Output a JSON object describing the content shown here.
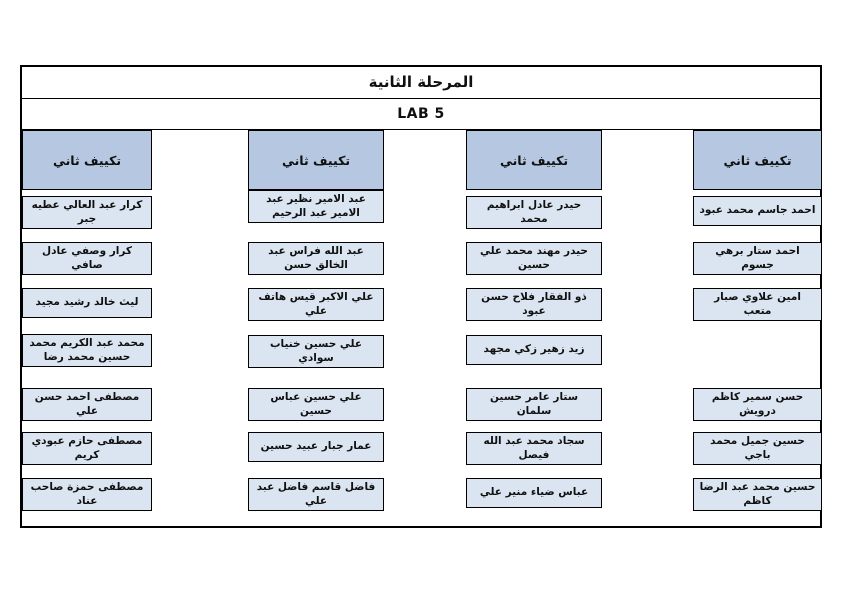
{
  "page": {
    "title": "المرحلة الثانية",
    "subtitle": "LAB 5"
  },
  "columns": [
    {
      "header": "تكييف ثاني",
      "names": [
        "كرار عبد العالي عطيه جبر",
        "كرار وصفي عادل صافي",
        "ليث خالد رشيد مجيد",
        "محمد عبد الكريم محمد حسين محمد رضا",
        "مصطفى احمد حسن علي",
        "مصطفى حازم عبودي كريم",
        "مصطفى حمزة صاحب عناد"
      ]
    },
    {
      "header": "تكييف ثاني",
      "names": [
        "عبد الامير نظير عبد الامير عبد الرحيم",
        "عبد الله فراس عبد الخالق حسن",
        "علي الاكبر قيس هاتف علي",
        "علي حسين خنياب سوادي",
        "علي حسين عباس حسين",
        "عمار جبار عبيد حسين",
        "فاضل قاسم فاضل عبد علي"
      ]
    },
    {
      "header": "تكييف ثاني",
      "names": [
        "حيدر عادل ابراهيم محمد",
        "حيدر مهند محمد علي حسين",
        "ذو الفقار فلاح حسن عبود",
        "زيد زهير زكي مجهد",
        "ستار عامر حسين سلمان",
        "سجاد محمد عبد الله فيصل",
        "عباس ضياء منير علي"
      ]
    },
    {
      "header": "تكييف ثاني",
      "names": [
        "احمد جاسم محمد عبود",
        "احمد ستار برهي جسوم",
        "امين علاوي صبار متعب",
        null,
        "حسن سمير كاظم درويش",
        "حسين جميل محمد باجي",
        "حسين محمد عبد الرضا كاظم"
      ]
    }
  ],
  "colors": {
    "header_fill": "#b6c7e1",
    "name_fill": "#dbe5f1",
    "border": "#000000",
    "text": "#101010"
  }
}
